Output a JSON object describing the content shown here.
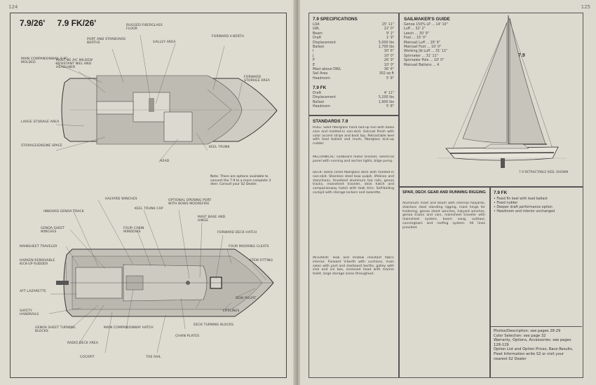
{
  "pages": {
    "left_number": "124",
    "right_number": "125"
  },
  "left": {
    "title_a": "7.9/26'",
    "title_b": "7.9 FK/26'",
    "labels_top": {
      "main_companionway": "MAIN COMPANIONWAY: 3 pc. molded",
      "port_starboard_berths": "PORT AND STARBOARD BERTHS",
      "rugged_fiberglass_floor": "RUGGED FIBERGLASS FLOOR",
      "galley_area": "GALLEY AREA",
      "forward_v_berth": "FORWARD V-BERTH",
      "most_be_aic": "MOST BE AIC MILDEW RESISTANT NIEL AND HEADLINER",
      "forward_storage": "FORWARD STORAGE AREA",
      "large_storage": "LARGE STORAGE AREA",
      "storage_engine": "STORAGE/ENGINE SPACE",
      "keel_trunk": "KEEL TRUNK",
      "head": "HEAD"
    },
    "note": "Note: There are options available to convert the 7.9 to a more complete 3 deer. Consult your S2 Dealer.",
    "labels_bottom": {
      "halyard_winches": "HALYARD WINCHES",
      "keel_trunk_cap": "KEEL TRUNK CAP",
      "optional_opening_port": "OPTIONAL OPENING PORT WITH BOWS MOOREFIRE",
      "inboard_genoa_track": "INBOARD GENOA TRACK",
      "genoa_sheet_winches": "GENOA SHEET WINCHES",
      "four_cabin_windows": "FOUR CABIN WINDOWS",
      "mast_base_hinge": "MAST BASE AND HINGE",
      "forward_deck_hatch": "FORWARD DECK HATCH",
      "four_mooring_cleats": "FOUR MOORING CLEATS",
      "mainsheet_traveler": "MAINSHEET TRAVELER",
      "harken_removable": "HARKEN REMOVABLE KICK-UP RUDDER",
      "stem_fitting": "STEM FITTING",
      "aft_lazarette": "AFT LAZARETTE",
      "safety_handrails": "SAFETY HANDRAILS",
      "bow_pulpit": "BOW PULPIT",
      "lifelines": "LIFELINES",
      "deck_turning_blocks": "DECK TURNING BLOCKS",
      "genoa_sheet_turning": "GENOA SHEET TURNING BLOCKS",
      "main_companionway_hatch": "MAIN COMPANIONWAY HATCH",
      "chain_plates": "CHAIN PLATES",
      "radio_deck_area": "RADIO DECK AREA",
      "cockpit": "COCKPIT",
      "toe_rail": "TOE RAIL"
    }
  },
  "right": {
    "specs_heading": "7.9 SPECIFICATIONS",
    "specs": [
      [
        "LOA",
        "25' 11\""
      ],
      [
        "LWL",
        "22' 0\""
      ],
      [
        "Beam",
        "9' 2\""
      ],
      [
        "Draft",
        "1' 9\""
      ],
      [
        "Displacement",
        "5,000 lbs"
      ],
      [
        "Ballast",
        "1,700 lbs"
      ],
      [
        "I",
        "30' 6\""
      ],
      [
        "J",
        "10' 0\""
      ],
      [
        "P",
        "26' 9\""
      ],
      [
        "E",
        "10' 0\""
      ],
      [
        "Mast above DWL",
        "36' 6\""
      ],
      [
        "Sail Area",
        "302 sq ft"
      ],
      [
        "Headroom",
        "5' 8\""
      ]
    ],
    "fk_heading": "7.9 FK",
    "fk_specs": [
      [
        "Draft",
        "4' 11\""
      ],
      [
        "Displacement",
        "5,200 lbs"
      ],
      [
        "Ballast",
        "1,900 lbs"
      ],
      [
        "Headroom",
        "5' 8\""
      ]
    ],
    "sailmaker_heading": "SAILMAKER'S GUIDE",
    "sailmaker": [
      "Genoa 150% LP ... 14' 10\"",
      "Luff ... 32' 2\"",
      "Leech ... 30' 9\"",
      "Foot ... 15' 0\"",
      "Mainsail Luff ... 26' 9\"",
      "Mainsail Foot ... 10' 0\"",
      "Working Jib Luff ... 31' 11\"",
      "Spinnaker ... 31' 11\"",
      "Spinnaker Pole ... 10' 0\"",
      "Mainsail Battens ... 4"
    ],
    "boat_caption": "7.9 RETRACTABLE KEEL SHOWN",
    "sail_number": "7.9",
    "standards_heading": "STANDARDS 7.9",
    "hull_text": "HULL: Solid fiberglass hand laid-up hull with balsa core and molded-in non-skid. Gelcoat finish with color accent stripe and boot top. Retractable keel with lead ballast and trunk; fiberglass kick-up rudder.",
    "mechanical_text": "MECHANICAL: Outboard motor bracket, electrical panel with running and anchor lights, bilge pump.",
    "deck_text": "DECK: Balsa cored fiberglass deck with molded-in non-skid. Stainless steel bow pulpit, lifelines and stanchions. Anodized aluminum toe rails, genoa tracks, mainsheet traveler, deck hatch and companionway hatch with teak trim. Self-bailing cockpit with storage lockers and lazarette.",
    "interior_text": "INTERIOR: Teak and mildew resistant fabric interior. Forward V-berth with cushions, main salon with port and starboard berths, galley with sink and ice box, enclosed head with marine toilet, large storage areas throughout.",
    "spar_heading": "SPAR, DECK GEAR AND RUNNING RIGGING",
    "spar_text": "Aluminum mast and boom with internal halyards, stainless steel standing rigging, mast hinge for trailering, genoa sheet winches, halyard winches, genoa tracks and cars, mainsheet traveler with mainsheet system, boom vang, outhaul, cunningham and reefing system. All lines provided.",
    "fk_std_heading": "7.9 FK",
    "fk_bullets": [
      "Fixed fin keel with lead ballast",
      "Fixed rudder",
      "Deeper draft performance option",
      "Headroom and interior unchanged"
    ],
    "refs": [
      "Photos/Description: see pages 28-29",
      "Color Selection: see page 32",
      "Warranty, Options, Accessories: see pages 128-129",
      "Option List and Option Prices, Race Results, Fleet Information write S2 or visit your nearest S2 Dealer"
    ]
  },
  "colors": {
    "paper": "#dedcd0",
    "ink": "#2a2a2a",
    "hull_fill": "#c9c7bd",
    "deck_fill": "#bdbbb1"
  }
}
